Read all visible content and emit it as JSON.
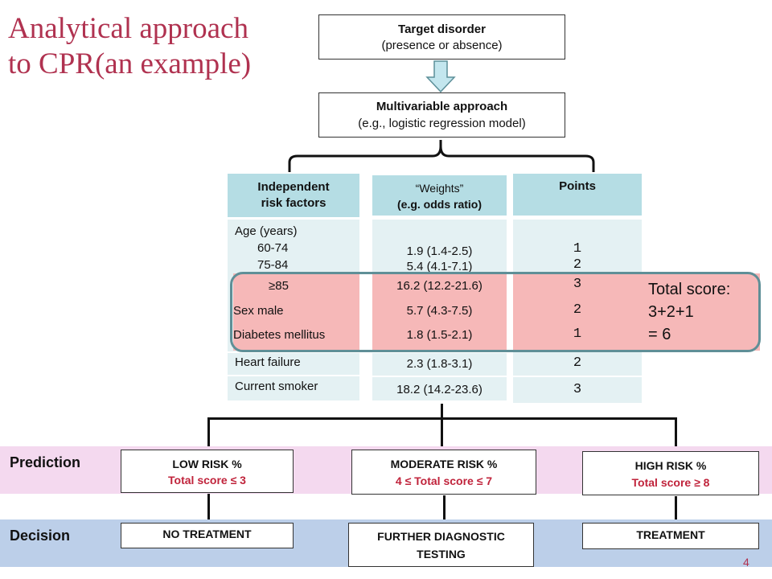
{
  "title": {
    "line1": "Analytical approach",
    "line2": "to CPR(an example)"
  },
  "target": {
    "title": "Target disorder",
    "subtitle": "(presence or absence)"
  },
  "multivariable": {
    "title": "Multivariable approach",
    "subtitle": "(e.g., logistic regression model)"
  },
  "columns": {
    "factors": {
      "head1": "Independent",
      "head2": "risk factors"
    },
    "weights": {
      "head1": "“Weights”",
      "head2": "(e.g. odds ratio)"
    },
    "points": {
      "head": "Points"
    }
  },
  "age": {
    "label": "Age (years)",
    "r1": "60-74",
    "r2": "75-84",
    "r3": "≥85",
    "w1": "1.9 (1.4-2.5)",
    "w2": "5.4 (4.1-7.1)",
    "w3": "16.2 (12.2-21.6)",
    "p1": "1",
    "p2": "2",
    "p3": "3"
  },
  "rows": [
    {
      "factor": "Sex male",
      "weight": "5.7 (4.3-7.5)",
      "points": "2"
    },
    {
      "factor": "Diabetes mellitus",
      "weight": "1.8 (1.5-2.1)",
      "points": "1"
    },
    {
      "factor": "Heart failure",
      "weight": "2.3 (1.8-3.1)",
      "points": "2"
    },
    {
      "factor": "Current smoker",
      "weight": "18.2 (14.2-23.6)",
      "points": "3"
    }
  ],
  "total": {
    "line1": "Total score:",
    "line2": "3+2+1",
    "line3": "= 6"
  },
  "prediction": {
    "label": "Prediction",
    "low": {
      "title": "LOW RISK %",
      "score": "Total score ≤ 3"
    },
    "moderate": {
      "title": "MODERATE RISK %",
      "score": "4 ≤ Total score ≤ 7"
    },
    "high": {
      "title": "HIGH RISK %",
      "score": "Total score ≥ 8"
    }
  },
  "decision": {
    "label": "Decision",
    "low": "NO TREATMENT",
    "moderate_line1": "FURTHER DIAGNOSTIC",
    "moderate_line2": "TESTING",
    "high": "TREATMENT"
  },
  "page_number": "4",
  "colors": {
    "title": "#b03250",
    "header": "#b5dde4",
    "body": "#e4f1f3",
    "prediction_band": "#f4d9ef",
    "decision_band": "#bccfe9",
    "highlight": "#f6b8b8",
    "highlight_border": "#5f8f97",
    "accent_red": "#c0233b"
  }
}
